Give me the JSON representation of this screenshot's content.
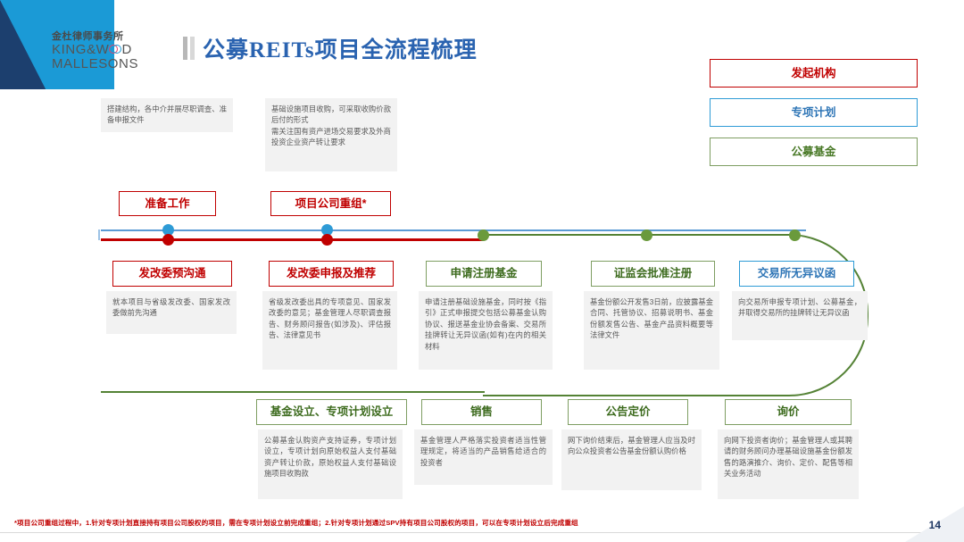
{
  "brand": {
    "cn": "金杜律师事务所",
    "en_line1": "KING&WOD",
    "en_line2": "MALLESONS"
  },
  "header": {
    "title": "公募REITs项目全流程梳理"
  },
  "legend": [
    {
      "label": "发起机构",
      "color": "#c00000"
    },
    {
      "label": "专项计划",
      "color": "#2e9bd6"
    },
    {
      "label": "公募基金",
      "color": "#7e9e62"
    }
  ],
  "top_notes": [
    {
      "text": "搭建结构，各中介并展尽职调查、准备申报文件"
    },
    {
      "text_a": "基础设施项目收购，可采取收购价款后付的形式",
      "text_b": "需关注",
      "text_hl1": "国有资产进场交易要求",
      "text_c": "及",
      "text_hl2": "外商投资企业资产转让要求"
    }
  ],
  "milestones_upper": [
    {
      "label": "准备工作",
      "style": "red"
    },
    {
      "label": "项目公司重组*",
      "style": "red"
    }
  ],
  "milestones_mid": [
    {
      "label": "发改委预沟通",
      "style": "red",
      "desc": "就本项目与省级发改委、国家发改委做前先沟通"
    },
    {
      "label": "发改委申报及推荐",
      "style": "red",
      "desc": "省级发改委出具的专项意见、国家发改委的意见；基金管理人尽职调查报告、财务顾问报告(如涉及)、评估报告、法律意见书"
    },
    {
      "label": "申请注册基金",
      "style": "green",
      "desc": "申请注册基础设施基金，同时按《指引》正式申报提交包括公募基金认购协议、报送基金业协会备案、交易所挂牌转让无异议函(如有)在内的相关材料"
    },
    {
      "label": "证监会批准注册",
      "style": "green",
      "desc": "基金份额公开发售3日前，应披露基金合同、托管协议、招募说明书、基金份额发售公告、基金产品资料概要等法律文件"
    },
    {
      "label": "交易所无异议函",
      "style": "blue",
      "desc": "向交易所申报专项计划、公募基金，并取得交易所的挂牌转让无异议函"
    }
  ],
  "milestones_lower": [
    {
      "label": "基金设立、专项计划设立",
      "style": "green",
      "desc": "公募基金认购资产支持证券，专项计划设立，专项计划向原始权益人支付基础资产转让价款，原始权益人支付基础设施项目收购款"
    },
    {
      "label": "销售",
      "style": "green",
      "desc": "基金管理人严格落实投资者适当性管理规定，将适当的产品销售给适合的投资者"
    },
    {
      "label": "公告定价",
      "style": "green",
      "desc": "网下询价结束后，基金管理人应当及时向公众投资者公告基金份额认购价格"
    },
    {
      "label": "询价",
      "style": "green",
      "desc": "向网下投资者询价；基金管理人或其聘请的财务顾问办理基础设施基金份额发售的路演推介、询价、定价、配售等相关业务活动"
    }
  ],
  "footnote": "*项目公司重组过程中，1.针对专项计划直接持有项目公司股权的项目，需在专项计划设立前完成重组；2.针对专项计划通过SPV持有项目公司股权的项目，可以在专项计划设立后完成重组",
  "page_number": "14"
}
